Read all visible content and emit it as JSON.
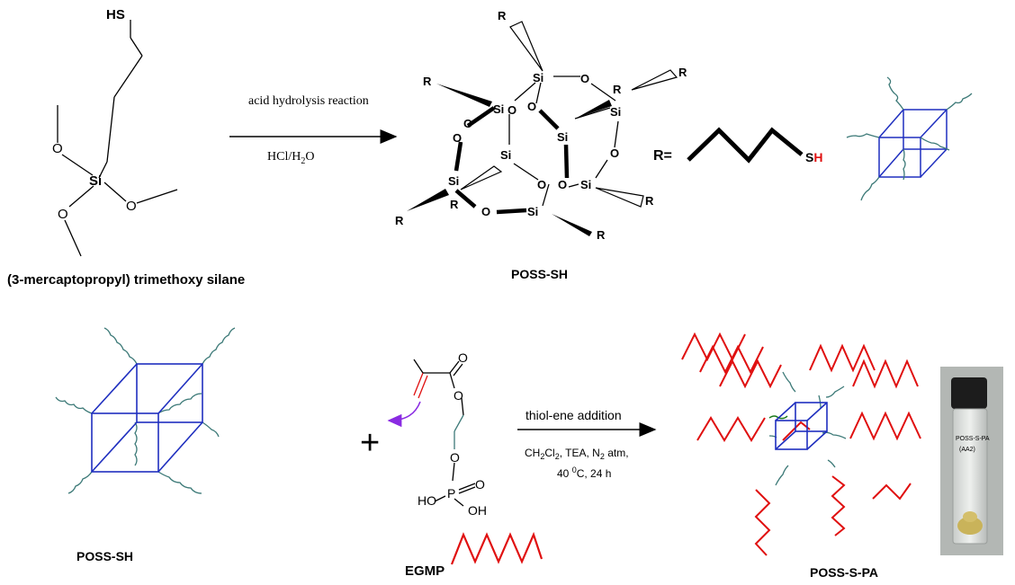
{
  "colors": {
    "bond": "#000000",
    "cube": "#1f2fbf",
    "wave": "#3d7a78",
    "pa_chain": "#e01010",
    "arrow_purple": "#8a2be2",
    "green_wave": "#1a7a1a"
  },
  "reaction1": {
    "start_label": "(3-mercaptopropyl) trimethoxy silane",
    "start_atoms": {
      "sh": "HS",
      "si": "Si",
      "o": "O"
    },
    "arrow_top": "acid hydrolysis reaction",
    "arrow_bottom_main": "HCl/H",
    "arrow_bottom_sub": "2",
    "arrow_bottom_tail": "O",
    "product_label": "POSS-SH",
    "si": "Si",
    "o": "O",
    "r": "R",
    "r_eq": "R=",
    "sh_s": "S",
    "sh_h": "H"
  },
  "reaction2": {
    "left_label": "POSS-SH",
    "plus": "+",
    "egmp_atoms": {
      "o": "O",
      "p": "P",
      "oh": "OH",
      "ho": "HO"
    },
    "egmp_label": "EGMP",
    "arrow_top": "thiol-ene addition",
    "cond1_pre": "CH",
    "cond1_sub1": "2",
    "cond1_mid": "Cl",
    "cond1_sub2": "2",
    "cond1_post": ", TEA, N",
    "cond1_sub3": "2",
    "cond1_tail": " atm,",
    "cond2_pre": "40 ",
    "cond2_sup": "0",
    "cond2_post": "C, 24 h",
    "product_label": "POSS-S-PA",
    "vial_text1": "POSS-S-PA",
    "vial_text2": "(AA2)"
  }
}
